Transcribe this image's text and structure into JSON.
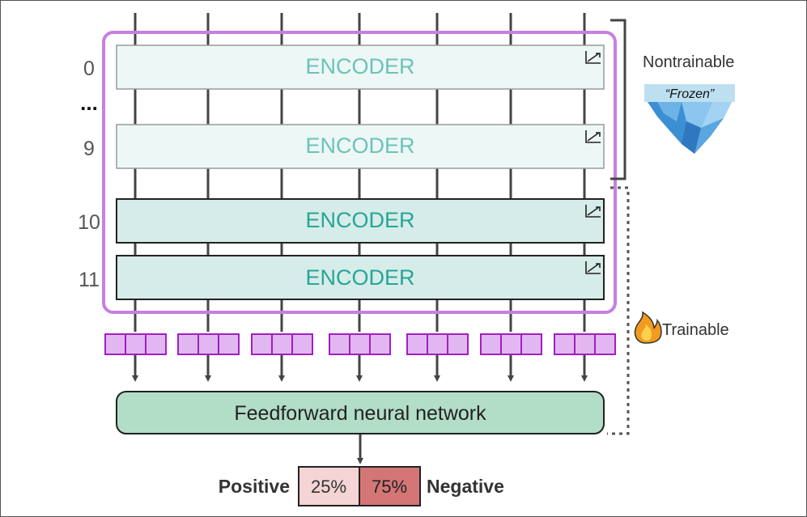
{
  "encoders": {
    "block_label": "ENCODER",
    "rows": [
      {
        "index_label": "0",
        "trainable": false
      },
      {
        "index_label": "9",
        "trainable": false
      },
      {
        "index_label": "10",
        "trainable": true
      },
      {
        "index_label": "11",
        "trainable": true
      }
    ],
    "ellipsis": "..."
  },
  "labels": {
    "nontrainable": "Nontrainable",
    "frozen": "“Frozen”",
    "trainable": "Trainable"
  },
  "ffnn": {
    "label": "Feedforward neural network"
  },
  "output": {
    "positive_label": "Positive",
    "positive_value": "25%",
    "negative_value": "75%",
    "negative_label": "Negative"
  },
  "colors": {
    "frozen_fill": "#edf7f6",
    "frozen_text": "#6cc3b8",
    "trainable_fill": "#d6ece9",
    "trainable_text": "#27a597",
    "purple": "#c77fe0",
    "token_fill": "#e2b6f0",
    "token_stroke": "#a020c0",
    "ffnn_fill": "#b2ddc6",
    "positive_fill": "#f4d4d4",
    "negative_fill": "#d47676",
    "line": "#444444",
    "ice": "#4a9fd8"
  },
  "icons": {
    "encoder_corner": "chart-axes-icon",
    "trainable": "fire-icon",
    "frozen": "iceberg-icon"
  }
}
